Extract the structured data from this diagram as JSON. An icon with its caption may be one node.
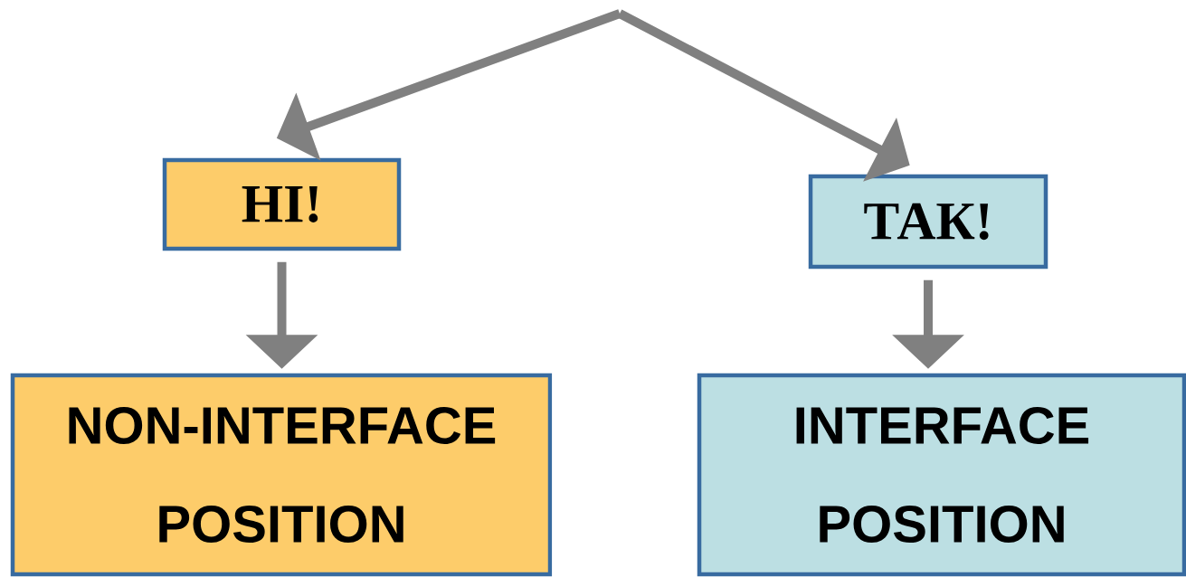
{
  "diagram": {
    "nodes": [
      {
        "text": [
          "НІ!"
        ]
      },
      {
        "text": [
          "ТАК!"
        ]
      },
      {
        "text": [
          "NON-INTERFACE POSITION"
        ]
      },
      {
        "text": [
          "INTERFACE POSITION"
        ]
      }
    ],
    "edges": [
      {
        "from": null,
        "to": 0,
        "arrow": "to"
      },
      {
        "from": null,
        "to": 1,
        "arrow": "to"
      },
      {
        "from": 0,
        "to": 2,
        "arrow": "to"
      },
      {
        "from": 1,
        "to": 3,
        "arrow": "to"
      }
    ]
  }
}
